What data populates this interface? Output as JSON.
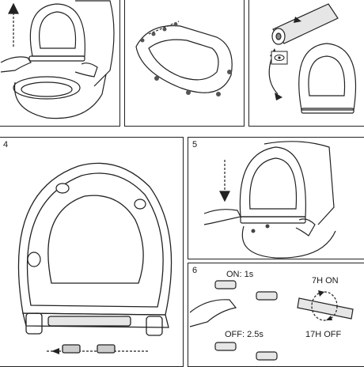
{
  "panels": [
    {
      "id": "p1",
      "number": ""
    },
    {
      "id": "p2",
      "number": ""
    },
    {
      "id": "p3",
      "number": ""
    },
    {
      "id": "p4",
      "number": "4"
    },
    {
      "id": "p5",
      "number": "5"
    },
    {
      "id": "p6",
      "number": "6"
    }
  ],
  "step6": {
    "on_label": "ON: 1s",
    "off_label": "OFF: 2.5s",
    "seven_h_on": "7H ON",
    "seventeen_h_off": "17H OFF"
  }
}
